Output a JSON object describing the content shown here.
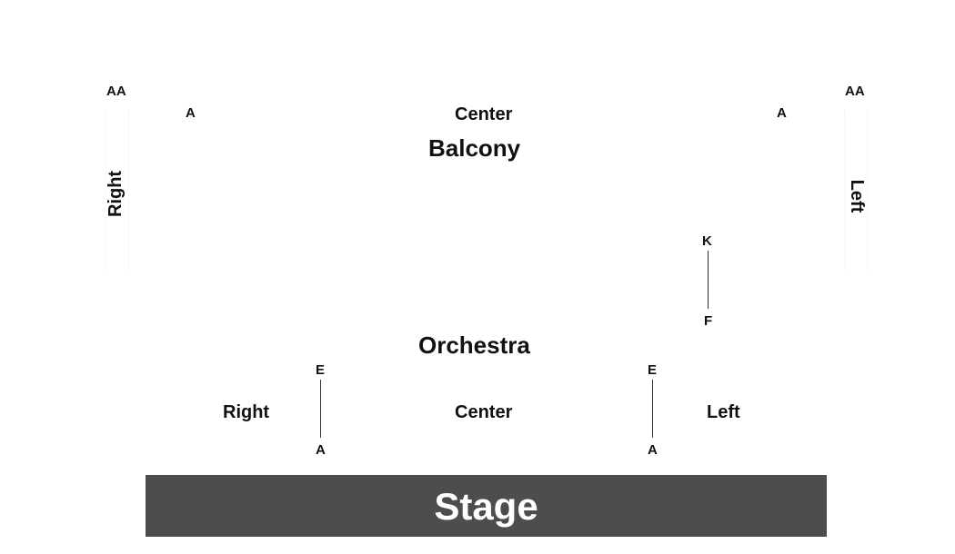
{
  "balcony": {
    "title": "Balcony",
    "center_label": "Center",
    "right_side": {
      "label": "Right",
      "row_top": "AA"
    },
    "left_side": {
      "label": "Left",
      "row_top": "AA"
    },
    "right_wing_row": "A",
    "left_wing_row": "A",
    "left_box_rows": {
      "top": "K",
      "bottom": "F"
    }
  },
  "orchestra": {
    "title": "Orchestra",
    "right_label": "Right",
    "center_label": "Center",
    "left_label": "Left",
    "right_aisle_rows": {
      "top": "E",
      "bottom": "A"
    },
    "left_aisle_rows": {
      "top": "E",
      "bottom": "A"
    }
  },
  "stage": {
    "label": "Stage",
    "color": "#4d4d4d"
  }
}
